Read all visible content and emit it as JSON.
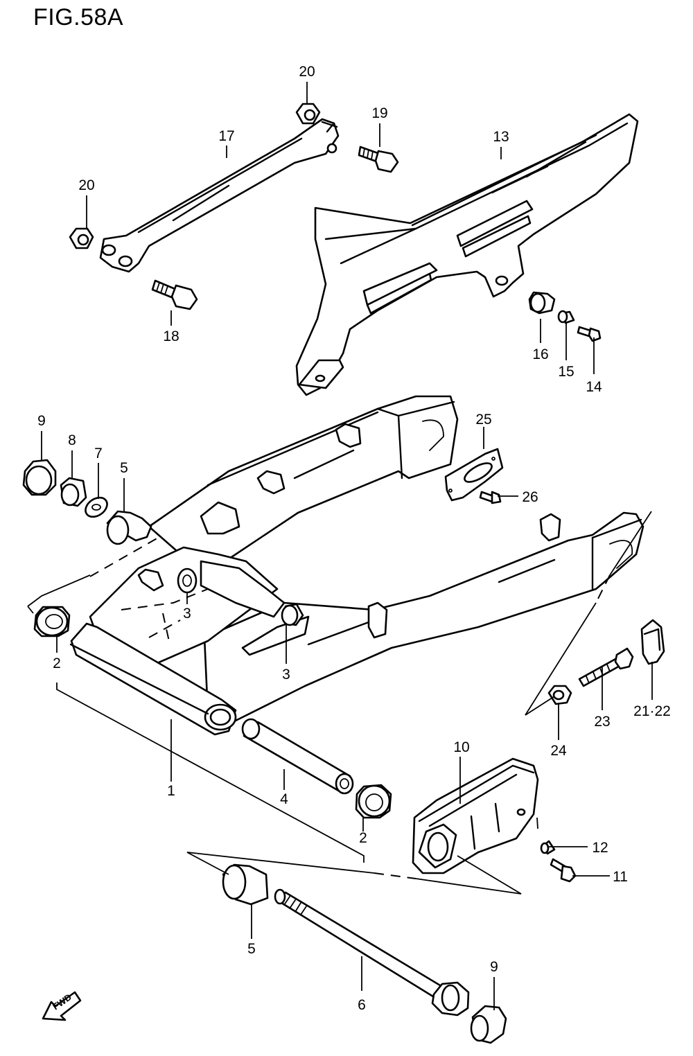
{
  "figure": {
    "title": "FIG.58A"
  },
  "orientation": {
    "label": "FWD"
  },
  "callouts": [
    {
      "id": "20a",
      "text": "20"
    },
    {
      "id": "19",
      "text": "19"
    },
    {
      "id": "17",
      "text": "17"
    },
    {
      "id": "13",
      "text": "13"
    },
    {
      "id": "20b",
      "text": "20"
    },
    {
      "id": "18",
      "text": "18"
    },
    {
      "id": "16",
      "text": "16"
    },
    {
      "id": "15",
      "text": "15"
    },
    {
      "id": "14",
      "text": "14"
    },
    {
      "id": "9a",
      "text": "9"
    },
    {
      "id": "8",
      "text": "8"
    },
    {
      "id": "7",
      "text": "7"
    },
    {
      "id": "5a",
      "text": "5"
    },
    {
      "id": "25",
      "text": "25"
    },
    {
      "id": "26",
      "text": "26"
    },
    {
      "id": "3a",
      "text": "3"
    },
    {
      "id": "3b",
      "text": "3"
    },
    {
      "id": "2a",
      "text": "2"
    },
    {
      "id": "1",
      "text": "1"
    },
    {
      "id": "4",
      "text": "4"
    },
    {
      "id": "2b",
      "text": "2"
    },
    {
      "id": "23",
      "text": "23"
    },
    {
      "id": "21-22",
      "text": "21·22"
    },
    {
      "id": "24",
      "text": "24"
    },
    {
      "id": "10",
      "text": "10"
    },
    {
      "id": "12",
      "text": "12"
    },
    {
      "id": "11",
      "text": "11"
    },
    {
      "id": "5b",
      "text": "5"
    },
    {
      "id": "6",
      "text": "6"
    },
    {
      "id": "9b",
      "text": "9"
    }
  ]
}
